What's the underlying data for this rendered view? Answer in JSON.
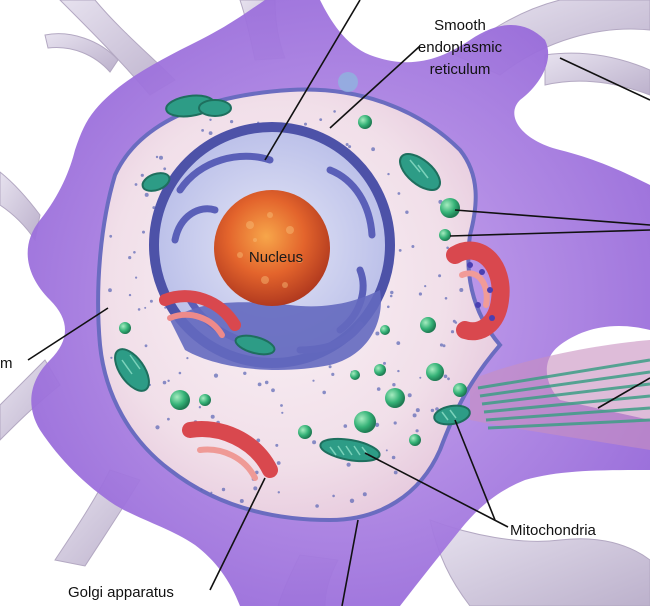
{
  "labels": {
    "smooth_er": [
      "Smooth",
      "endoplasmic",
      "reticulum"
    ],
    "nucleus": "Nucleus",
    "mitochondria": "Mitochondria",
    "golgi": "Golgi apparatus",
    "left_partial": "m"
  },
  "colors": {
    "membrane": "#a77fe0",
    "cytoplasm": "#f3e6ef",
    "nuclear_envelope": "#5a5fb8",
    "nucleolus": "#e0642e",
    "mitochondria": "#2d9c86",
    "golgi": "#d9484e",
    "ribosome": "#5a66b5",
    "vesicle": "#3ab37c",
    "dendrite": "#c8bfd4"
  }
}
